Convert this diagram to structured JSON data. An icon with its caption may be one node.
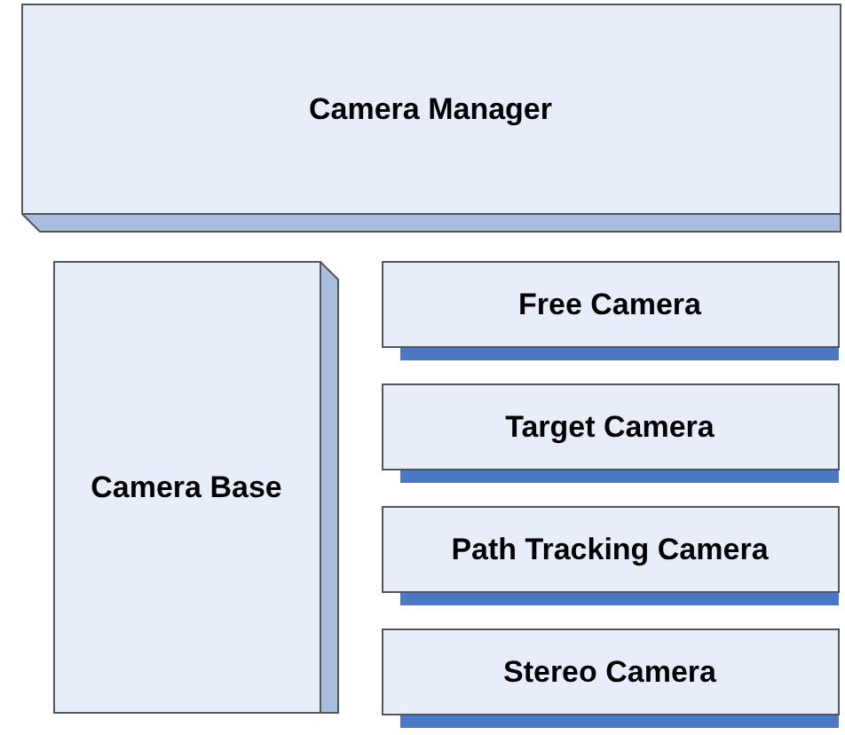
{
  "diagram": {
    "nodes": [
      {
        "text": [
          "Camera Manager"
        ]
      },
      {
        "text": [
          "Camera Base"
        ]
      },
      {
        "text": [
          "Free Camera"
        ]
      },
      {
        "text": [
          "Target Camera"
        ]
      },
      {
        "text": [
          "Path Tracking Camera"
        ]
      },
      {
        "text": [
          "Stereo Camera"
        ]
      }
    ]
  }
}
